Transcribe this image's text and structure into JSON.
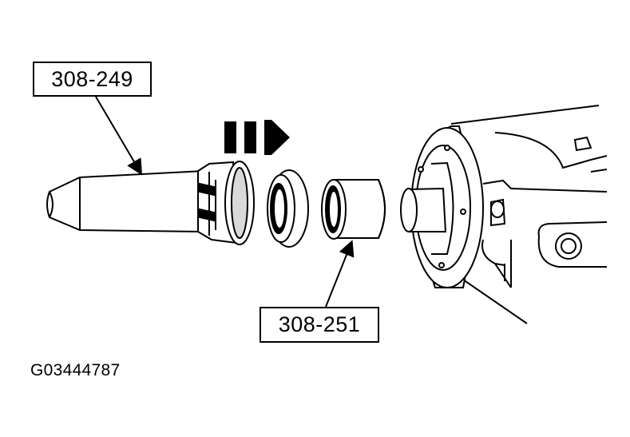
{
  "callouts": {
    "tool_a": "308-249",
    "tool_b": "308-251"
  },
  "figure_id": "G03444787",
  "colors": {
    "line": "#000000",
    "fill": "#ffffff",
    "shade": "#d9d9d9"
  },
  "icons": {
    "direction": "triple-arrow-right-icon"
  }
}
